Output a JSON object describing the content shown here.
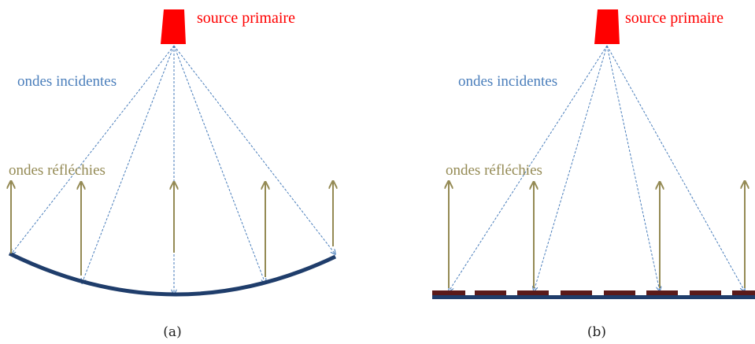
{
  "colors": {
    "source": "#ff0000",
    "incident": "#4a7ebb",
    "reflected": "#948a54",
    "reflector": "#1f3d6b",
    "patch": "#5a1a1a"
  },
  "panels": [
    {
      "caption": "(a)",
      "source_label": "source primaire",
      "incident_label": "ondes incidentes",
      "reflected_label": "ondes réfléchies"
    },
    {
      "caption": "(b)",
      "source_label": "source primaire",
      "incident_label": "ondes incidentes",
      "reflected_label": "ondes réfléchies"
    }
  ]
}
